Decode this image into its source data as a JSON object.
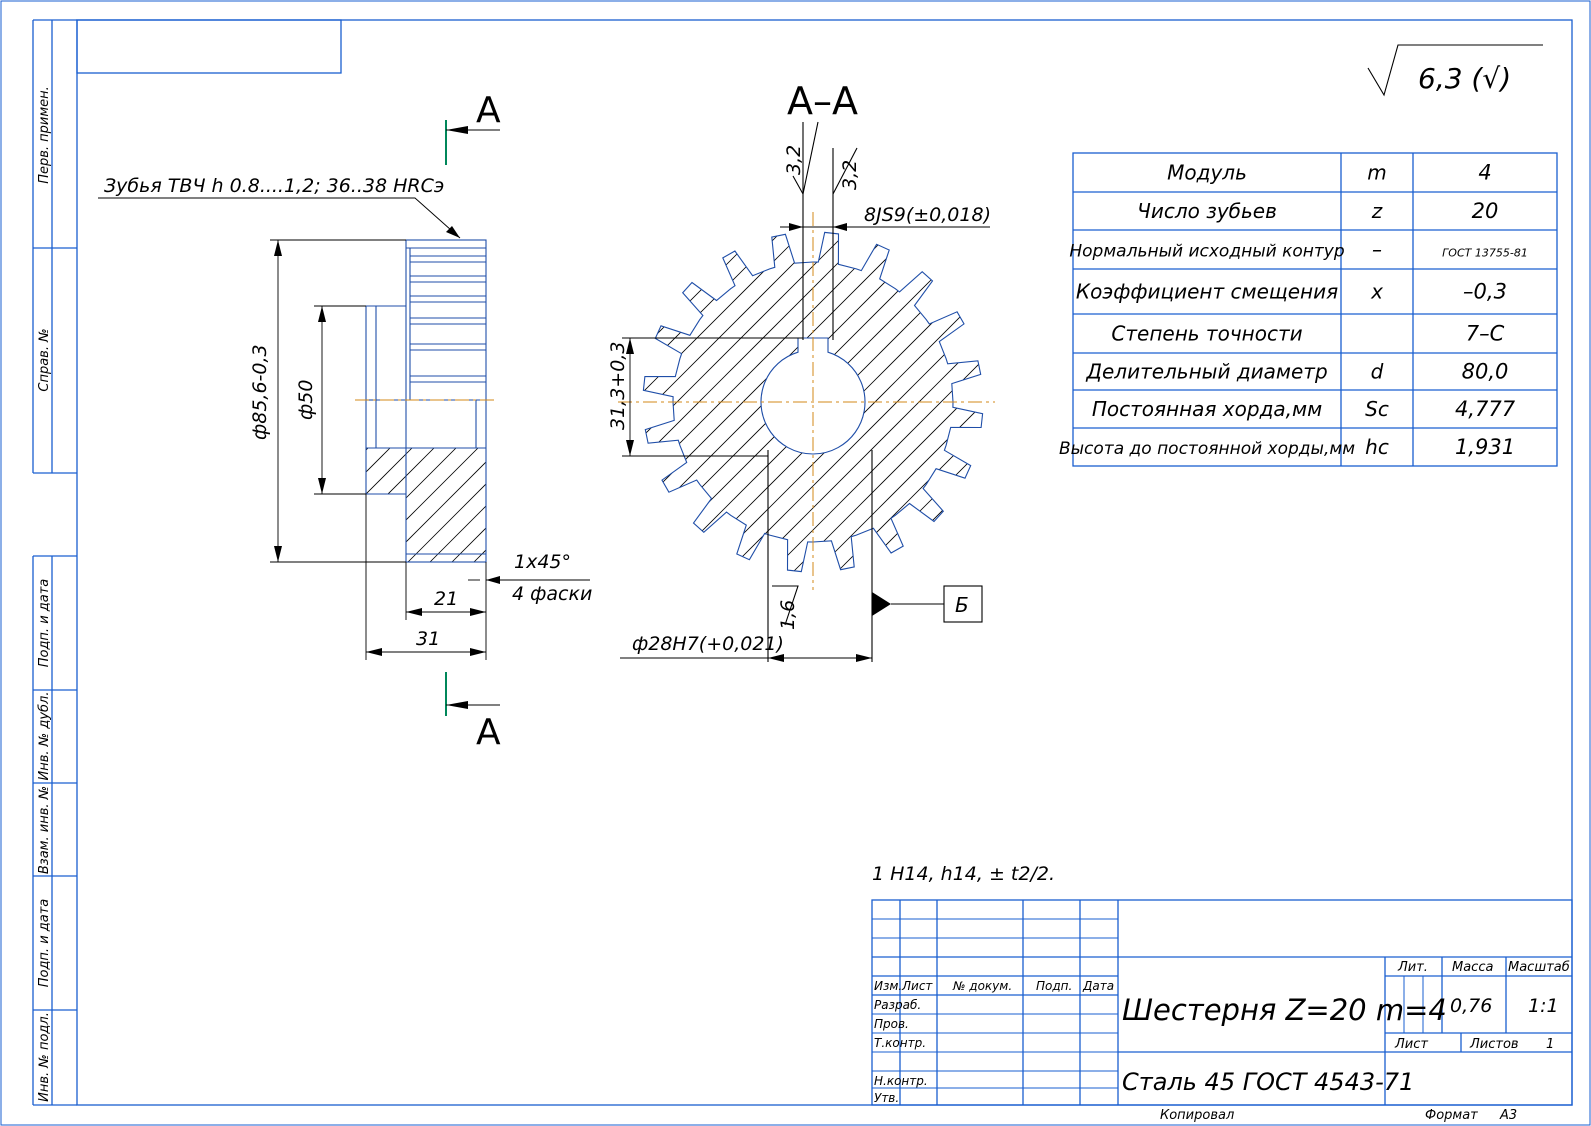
{
  "side_labels": [
    "Перв. примен.",
    "Справ. №",
    "Подп. и дата",
    "Инв. № дубл.",
    "Взам. инв. №",
    "Подп. и дата",
    "Инв. № подл."
  ],
  "roughness_general": "6,3 (√)",
  "section_marks": {
    "left_top": "А",
    "left_bottom": "А",
    "section_title": "А–А",
    "datum": "Б"
  },
  "annotations": {
    "teeth_note": "Зубья ТВЧ h 0.8....1,2; 36..38 HRCэ",
    "dia_outer": "ф85,6-0,3",
    "dia_hub": "ф50",
    "len_21": "21",
    "len_31": "31",
    "chamfer": "1х45°",
    "chamfer_count": "4 фаски",
    "keyway_width": "8JS9(±0,018)",
    "key_depth": "31,3+0,3",
    "bore": "ф28Н7(+0,021)",
    "rough_32a": "3,2",
    "rough_32b": "3,2",
    "rough_16": "1,6",
    "tolerance_note": "1 Н14, h14, ± t2/2."
  },
  "param_table": [
    {
      "name": "Модуль",
      "sym": "m",
      "val": "4"
    },
    {
      "name": "Число зубьев",
      "sym": "z",
      "val": "20"
    },
    {
      "name": "Нормальный исходный контур",
      "sym": "–",
      "val": "ГОСТ 13755-81"
    },
    {
      "name": "Коэффициент смещения",
      "sym": "x",
      "val": "–0,3"
    },
    {
      "name": "Степень точности",
      "sym": "",
      "val": "7–С"
    },
    {
      "name": "Делительный диаметр",
      "sym": "d",
      "val": "80,0"
    },
    {
      "name": "Постоянная хорда,мм",
      "sym": "Sc",
      "val": "4,777"
    },
    {
      "name": "Высота до постоянной хорды,мм",
      "sym": "hc",
      "val": "1,931"
    }
  ],
  "title_block": {
    "headers": [
      "Изм.",
      "Лист",
      "№ докум.",
      "Подп.",
      "Дата"
    ],
    "roles": [
      "Разраб.",
      "Пров.",
      "Т.контр.",
      "Н.контр.",
      "Утв."
    ],
    "part_name": "Шестерня Z=20 m=4",
    "material": "Сталь 45  ГОСТ 4543-71",
    "lit_label": "Лит.",
    "mass_label": "Масса",
    "scale_label": "Масштаб",
    "mass": "0,76",
    "scale": "1:1",
    "sheet_label": "Лист",
    "sheets_label": "Листов",
    "sheets": "1",
    "copied": "Копировал",
    "format_label": "Формат",
    "format": "А3"
  }
}
